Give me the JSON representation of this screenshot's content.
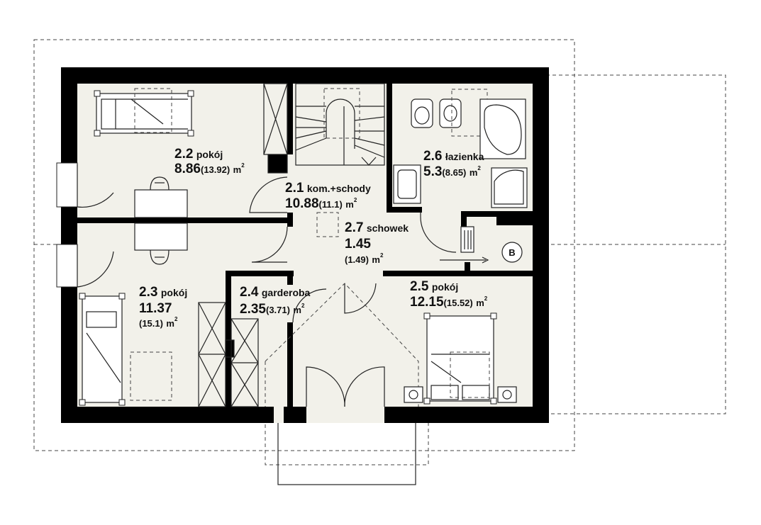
{
  "rooms": [
    {
      "id": "r22",
      "number": "2.2",
      "name": "pokój",
      "area": "8.86",
      "area_total": "(13.92)",
      "unit": "m",
      "exp": "2"
    },
    {
      "id": "r21",
      "number": "2.1",
      "name": "kom.+schody",
      "area": "10.88",
      "area_total": "(11.1)",
      "unit": "m",
      "exp": "2"
    },
    {
      "id": "r26",
      "number": "2.6",
      "name": "łazienka",
      "area": "5.3",
      "area_total": "(8.65)",
      "unit": "m",
      "exp": "2"
    },
    {
      "id": "r27",
      "number": "2.7",
      "name": "schowek",
      "area": "1.45",
      "area_total": "(1.49)",
      "unit": "m",
      "exp": "2"
    },
    {
      "id": "r23",
      "number": "2.3",
      "name": "pokój",
      "area": "11.37",
      "area_total": "(15.1)",
      "unit": "m",
      "exp": "2"
    },
    {
      "id": "r24",
      "number": "2.4",
      "name": "garderoba",
      "area": "2.35",
      "area_total": "(3.71)",
      "unit": "m",
      "exp": "2"
    },
    {
      "id": "r25",
      "number": "2.5",
      "name": "pokój",
      "area": "12.15",
      "area_total": "(15.52)",
      "unit": "m",
      "exp": "2"
    }
  ],
  "symbols": {
    "boiler_label": "B"
  },
  "colors": {
    "wall": "#000000",
    "floor": "#f2f1ea",
    "line": "#222222",
    "dashed": "#444444"
  }
}
